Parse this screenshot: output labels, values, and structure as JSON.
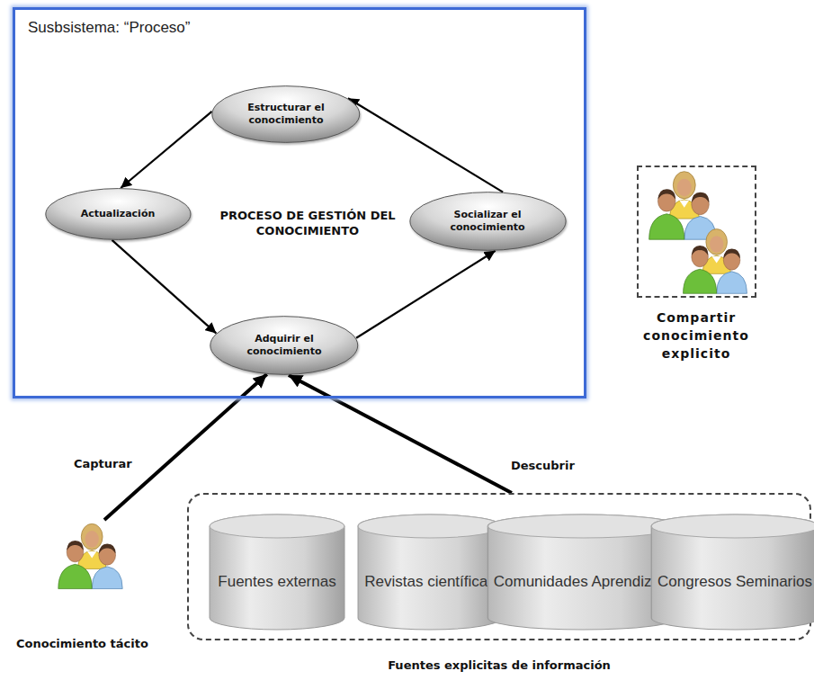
{
  "diagram": {
    "nodes": [
      {
        "text": [
          "Susbsistema: “Proceso”"
        ]
      },
      {
        "text": [
          "Estructurar el conocimiento"
        ],
        "in": 0
      },
      {
        "text": [
          "Actualización"
        ],
        "in": 0
      },
      {
        "text": [
          "Socializar el conocimiento"
        ],
        "in": 0
      },
      {
        "text": [
          "Adquirir el conocimiento"
        ],
        "in": 0
      },
      {
        "text": [
          "Compartir conocimiento explicito"
        ]
      },
      {
        "text": [
          "Conocimiento tácito"
        ]
      },
      {
        "text": [
          "Fuentes explicitas de información"
        ]
      },
      {
        "text": [
          "Fuentes externas"
        ],
        "in": 7
      },
      {
        "text": [
          "Revistas científicas"
        ],
        "in": 7
      },
      {
        "text": [
          "Comunidades Aprendizaje"
        ],
        "in": 7
      },
      {
        "text": [
          "Congresos Seminarios"
        ],
        "in": 7
      }
    ],
    "edges": [
      {
        "from": 4,
        "to": 3,
        "arrow": "to"
      },
      {
        "from": 3,
        "to": 1,
        "arrow": "to"
      },
      {
        "from": 1,
        "to": 2,
        "arrow": "to"
      },
      {
        "from": 2,
        "to": 4,
        "arrow": "to"
      },
      {
        "from": 6,
        "to": 4,
        "label": "Capturar",
        "arrow": "to"
      },
      {
        "from": 7,
        "to": 4,
        "label": "Descubrir",
        "arrow": "to"
      }
    ],
    "labels": [
      "PROCESO DE GESTIÓN DEL CONOCIMIENTO"
    ]
  }
}
